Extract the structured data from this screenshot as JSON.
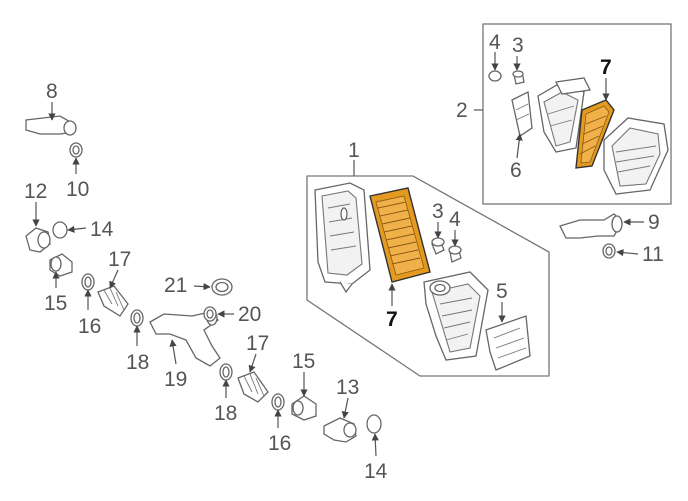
{
  "diagram": {
    "accent_color": "#e39a1e",
    "callouts": {
      "c1": "1",
      "c2": "2",
      "c3a": "3",
      "c3b": "3",
      "c4a": "4",
      "c4b": "4",
      "c5": "5",
      "c6": "6",
      "c7a": "7",
      "c7b": "7",
      "c8": "8",
      "c9": "9",
      "c10": "10",
      "c11": "11",
      "c12": "12",
      "c13": "13",
      "c14a": "14",
      "c14b": "14",
      "c15a": "15",
      "c15b": "15",
      "c16a": "16",
      "c16b": "16",
      "c17a": "17",
      "c17b": "17",
      "c18a": "18",
      "c18b": "18",
      "c19": "19",
      "c20": "20",
      "c21": "21"
    }
  }
}
